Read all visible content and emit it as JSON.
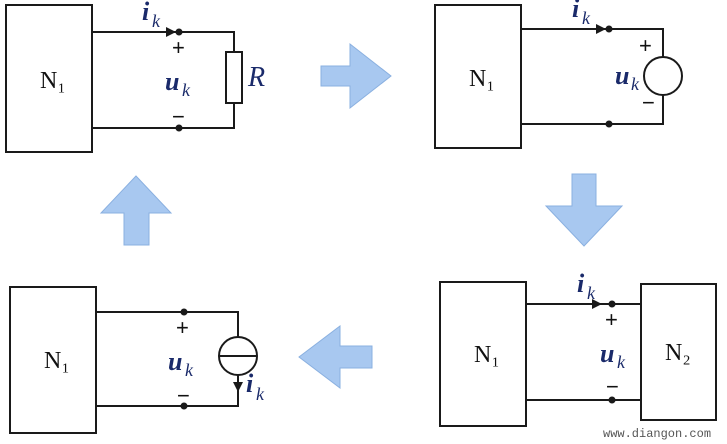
{
  "blocks": {
    "n1": "N₁",
    "n2": "N₂"
  },
  "symbols": {
    "current": "i",
    "voltage": "u",
    "subscript": "k",
    "resistor": "R",
    "plus": "+",
    "minus": "−"
  },
  "watermark": "www.diangon.com",
  "colors": {
    "arrow_fill": "#a8c8f0",
    "arrow_stroke": "#8ab0e0",
    "symbol_color": "#1a2a6a"
  }
}
